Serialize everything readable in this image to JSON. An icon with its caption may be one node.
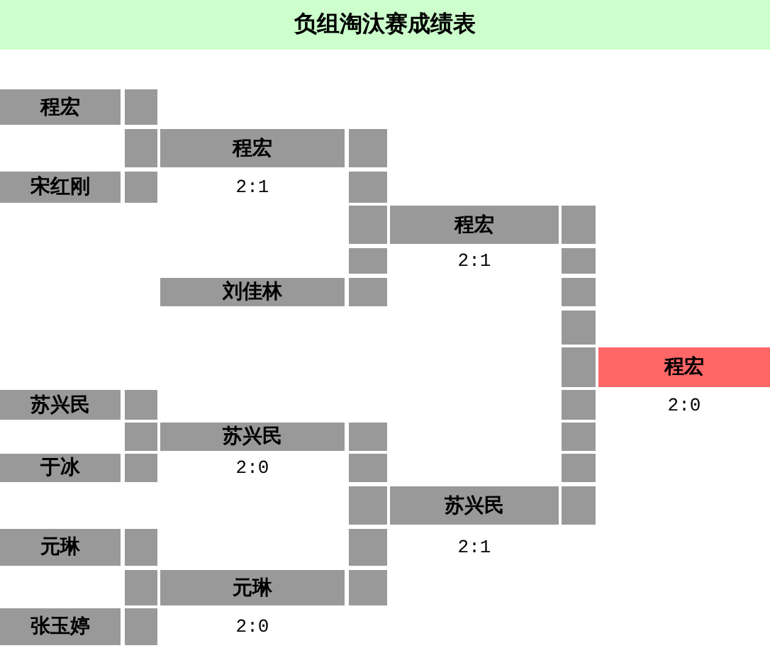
{
  "diagram": {
    "title": "负组淘汰赛成绩表",
    "nodes": [
      {
        "text": [
          "程宏"
        ]
      },
      {
        "text": [
          "程宏"
        ],
        "beside": [
          "2:1"
        ]
      },
      {
        "text": [
          "宋红刚"
        ]
      },
      {
        "text": [
          "程宏"
        ],
        "beside": [
          "2:1"
        ]
      },
      {
        "text": [
          "刘佳林"
        ]
      },
      {
        "text": [
          "程宏"
        ],
        "beside": [
          "2:0"
        ]
      },
      {
        "text": [
          "苏兴民"
        ]
      },
      {
        "text": [
          "苏兴民"
        ],
        "beside": [
          "2:0"
        ]
      },
      {
        "text": [
          "于冰"
        ]
      },
      {
        "text": [
          "苏兴民"
        ],
        "beside": [
          "2:1"
        ]
      },
      {
        "text": [
          "元琳"
        ]
      },
      {
        "text": [
          "元琳"
        ],
        "beside": [
          "2:0"
        ]
      },
      {
        "text": [
          "张玉婷"
        ]
      }
    ],
    "edges": [
      {
        "from": 0,
        "to": 1,
        "arrow": "none"
      },
      {
        "from": 1,
        "to": 3,
        "arrow": "none"
      },
      {
        "from": 2,
        "to": 1,
        "arrow": "none"
      },
      {
        "from": 3,
        "to": 5,
        "arrow": "none"
      },
      {
        "from": 4,
        "to": 3,
        "arrow": "none"
      },
      {
        "from": 6,
        "to": 7,
        "arrow": "none"
      },
      {
        "from": 7,
        "to": 9,
        "arrow": "none"
      },
      {
        "from": 8,
        "to": 7,
        "arrow": "none"
      },
      {
        "from": 9,
        "to": 5,
        "arrow": "none"
      },
      {
        "from": 10,
        "to": 11,
        "arrow": "none"
      },
      {
        "from": 11,
        "to": 9,
        "arrow": "none"
      },
      {
        "from": 12,
        "to": 11,
        "arrow": "none"
      }
    ]
  }
}
